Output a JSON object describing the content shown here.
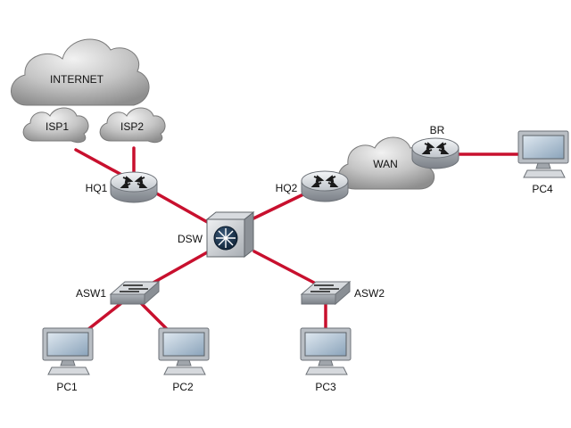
{
  "colors": {
    "link": "#c8102e",
    "cloud": "#bdbdbd",
    "device": "#c9ccd0",
    "screen": "#9ab0c4"
  },
  "clouds": {
    "internet": "INTERNET",
    "isp1": "ISP1",
    "isp2": "ISP2",
    "wan": "WAN"
  },
  "routers": {
    "hq1": "HQ1",
    "hq2": "HQ2",
    "br": "BR"
  },
  "multilayer_switch": {
    "dsw": "DSW"
  },
  "switches": {
    "asw1": "ASW1",
    "asw2": "ASW2"
  },
  "pcs": {
    "pc1": "PC1",
    "pc2": "PC2",
    "pc3": "PC3",
    "pc4": "PC4"
  },
  "links": [
    {
      "from": "ISP1",
      "to": "HQ1"
    },
    {
      "from": "ISP2",
      "to": "HQ1"
    },
    {
      "from": "HQ1",
      "to": "DSW"
    },
    {
      "from": "DSW",
      "to": "HQ2"
    },
    {
      "from": "BR",
      "to": "PC4"
    },
    {
      "from": "DSW",
      "to": "ASW1"
    },
    {
      "from": "DSW",
      "to": "ASW2"
    },
    {
      "from": "ASW1",
      "to": "PC1"
    },
    {
      "from": "ASW1",
      "to": "PC2"
    },
    {
      "from": "ASW2",
      "to": "PC3"
    }
  ]
}
